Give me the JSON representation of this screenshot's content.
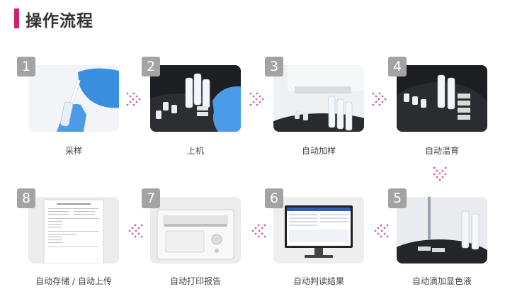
{
  "page": {
    "title": "操作流程"
  },
  "steps": [
    {
      "number": "1",
      "label": "采样"
    },
    {
      "number": "2",
      "label": "上机"
    },
    {
      "number": "3",
      "label": "自动加样"
    },
    {
      "number": "4",
      "label": "自动温育"
    },
    {
      "number": "5",
      "label": "自动滴加显色液"
    },
    {
      "number": "6",
      "label": "自动判读结果"
    },
    {
      "number": "7",
      "label": "自动打印报告"
    },
    {
      "number": "8",
      "label": "自动存储 / 自动上传"
    }
  ],
  "colors": {
    "accent": "#c8236e",
    "badge": "#a3a3a3",
    "arrow": "#d4619a"
  }
}
